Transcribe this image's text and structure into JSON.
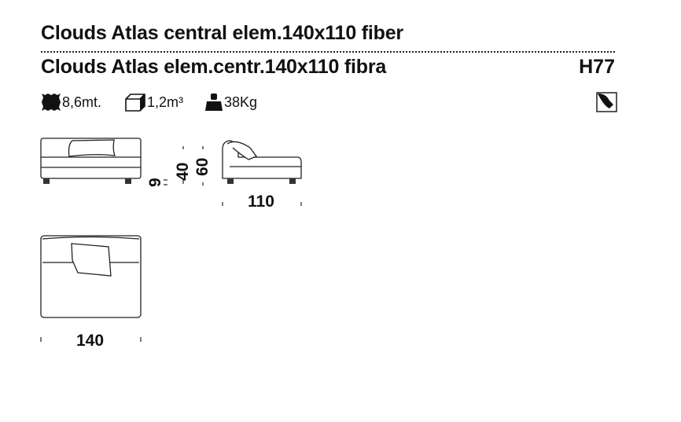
{
  "header": {
    "title_en": "Clouds Atlas central elem.140x110 fiber",
    "title_it": "Clouds Atlas elem.centr.140x110 fibra",
    "code": "H77"
  },
  "specs": {
    "fabric": "8,6mt.",
    "volume": "1,2m³",
    "weight": "38Kg"
  },
  "icons": {
    "fabric": "fabric-swatch-icon",
    "volume": "box-volume-icon",
    "weight": "weight-icon",
    "flag": "fabric-flag-icon"
  },
  "dimensions": {
    "depth": "110",
    "width": "140",
    "leg_height": "9",
    "seat_height": "40",
    "overall_height": "60"
  }
}
